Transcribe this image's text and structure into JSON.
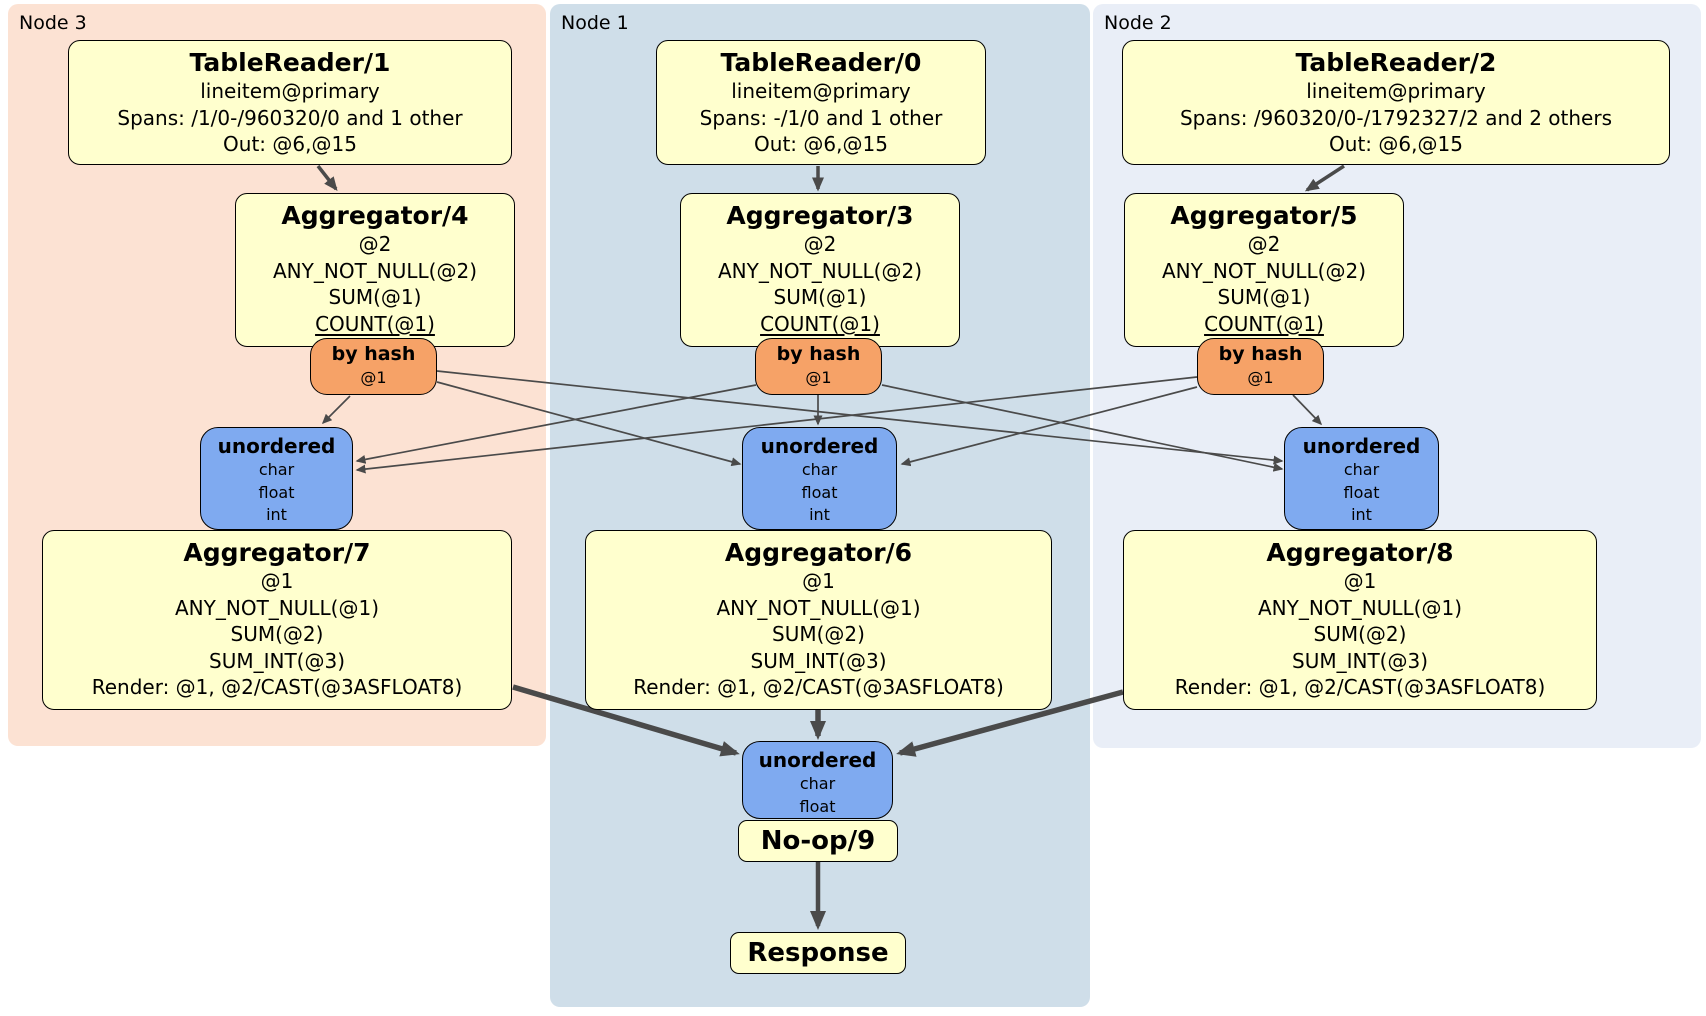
{
  "colors": {
    "node3_panel": "#fce2d3",
    "node1_panel": "#cfdee9",
    "node2_panel": "#e9eef7",
    "node_box": "#ffffce",
    "router_box": "#f6a267",
    "sync_box": "#7faaf0",
    "box_border": "#000000",
    "edge": "#4a4a4a"
  },
  "panels": {
    "node3": {
      "label": "Node 3"
    },
    "node1": {
      "label": "Node 1"
    },
    "node2": {
      "label": "Node 2"
    }
  },
  "processors": {
    "tr1": {
      "title": "TableReader/1",
      "lines": [
        "lineitem@primary",
        "Spans: /1/0-/960320/0 and 1 other",
        "Out: @6,@15"
      ]
    },
    "tr0": {
      "title": "TableReader/0",
      "lines": [
        "lineitem@primary",
        "Spans: -/1/0 and 1 other",
        "Out: @6,@15"
      ]
    },
    "tr2": {
      "title": "TableReader/2",
      "lines": [
        "lineitem@primary",
        "Spans: /960320/0-/1792327/2 and 2 others",
        "Out: @6,@15"
      ]
    },
    "agg4": {
      "title": "Aggregator/4",
      "lines": [
        "@2",
        "ANY_NOT_NULL(@2)",
        "SUM(@1)",
        "COUNT(@1)"
      ]
    },
    "agg3": {
      "title": "Aggregator/3",
      "lines": [
        "@2",
        "ANY_NOT_NULL(@2)",
        "SUM(@1)",
        "COUNT(@1)"
      ]
    },
    "agg5": {
      "title": "Aggregator/5",
      "lines": [
        "@2",
        "ANY_NOT_NULL(@2)",
        "SUM(@1)",
        "COUNT(@1)"
      ]
    },
    "agg7": {
      "title": "Aggregator/7",
      "lines": [
        "@1",
        "ANY_NOT_NULL(@1)",
        "SUM(@2)",
        "SUM_INT(@3)",
        "Render: @1, @2/CAST(@3ASFLOAT8)"
      ]
    },
    "agg6": {
      "title": "Aggregator/6",
      "lines": [
        "@1",
        "ANY_NOT_NULL(@1)",
        "SUM(@2)",
        "SUM_INT(@3)",
        "Render: @1, @2/CAST(@3ASFLOAT8)"
      ]
    },
    "agg8": {
      "title": "Aggregator/8",
      "lines": [
        "@1",
        "ANY_NOT_NULL(@1)",
        "SUM(@2)",
        "SUM_INT(@3)",
        "Render: @1, @2/CAST(@3ASFLOAT8)"
      ]
    },
    "noop": {
      "title": "No-op/9"
    },
    "response": {
      "title": "Response"
    }
  },
  "routers": {
    "left": {
      "label": "by hash",
      "detail": "@1"
    },
    "mid": {
      "label": "by hash",
      "detail": "@1"
    },
    "right": {
      "label": "by hash",
      "detail": "@1"
    }
  },
  "syncs": {
    "left": {
      "label": "unordered",
      "types": [
        "char",
        "float",
        "int"
      ]
    },
    "mid": {
      "label": "unordered",
      "types": [
        "char",
        "float",
        "int"
      ]
    },
    "right": {
      "label": "unordered",
      "types": [
        "char",
        "float",
        "int"
      ]
    },
    "final": {
      "label": "unordered",
      "types": [
        "char",
        "float"
      ]
    }
  }
}
